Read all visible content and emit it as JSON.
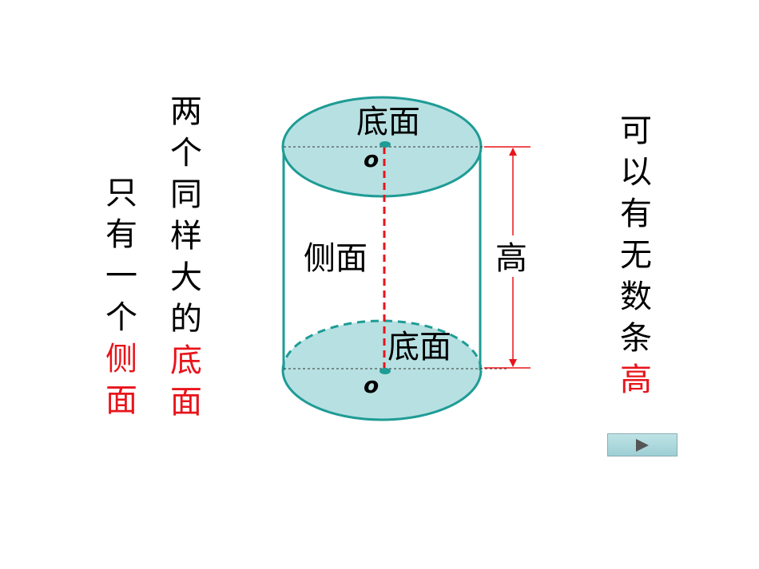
{
  "left_text": {
    "line1": [
      "只",
      "有",
      "一",
      "个"
    ],
    "line1_red": [
      "侧",
      "面"
    ]
  },
  "middle_text": {
    "line1": [
      "两",
      "个",
      "同",
      "样",
      "大",
      "的"
    ],
    "line1_red": [
      "底",
      "面"
    ]
  },
  "right_text": {
    "line1": [
      "可",
      "以",
      "有",
      "无",
      "数",
      "条"
    ],
    "line1_red": [
      "高"
    ]
  },
  "diagram": {
    "top_base_label": "底面",
    "bottom_base_label": "底面",
    "side_label": "侧面",
    "height_label": "高",
    "top_center_label": "o",
    "bottom_center_label": "o"
  },
  "colors": {
    "fill": "#b7e0e2",
    "edge": "#1e9c95",
    "red": "#e8141b"
  },
  "controls": {
    "play_icon": "play-icon"
  }
}
